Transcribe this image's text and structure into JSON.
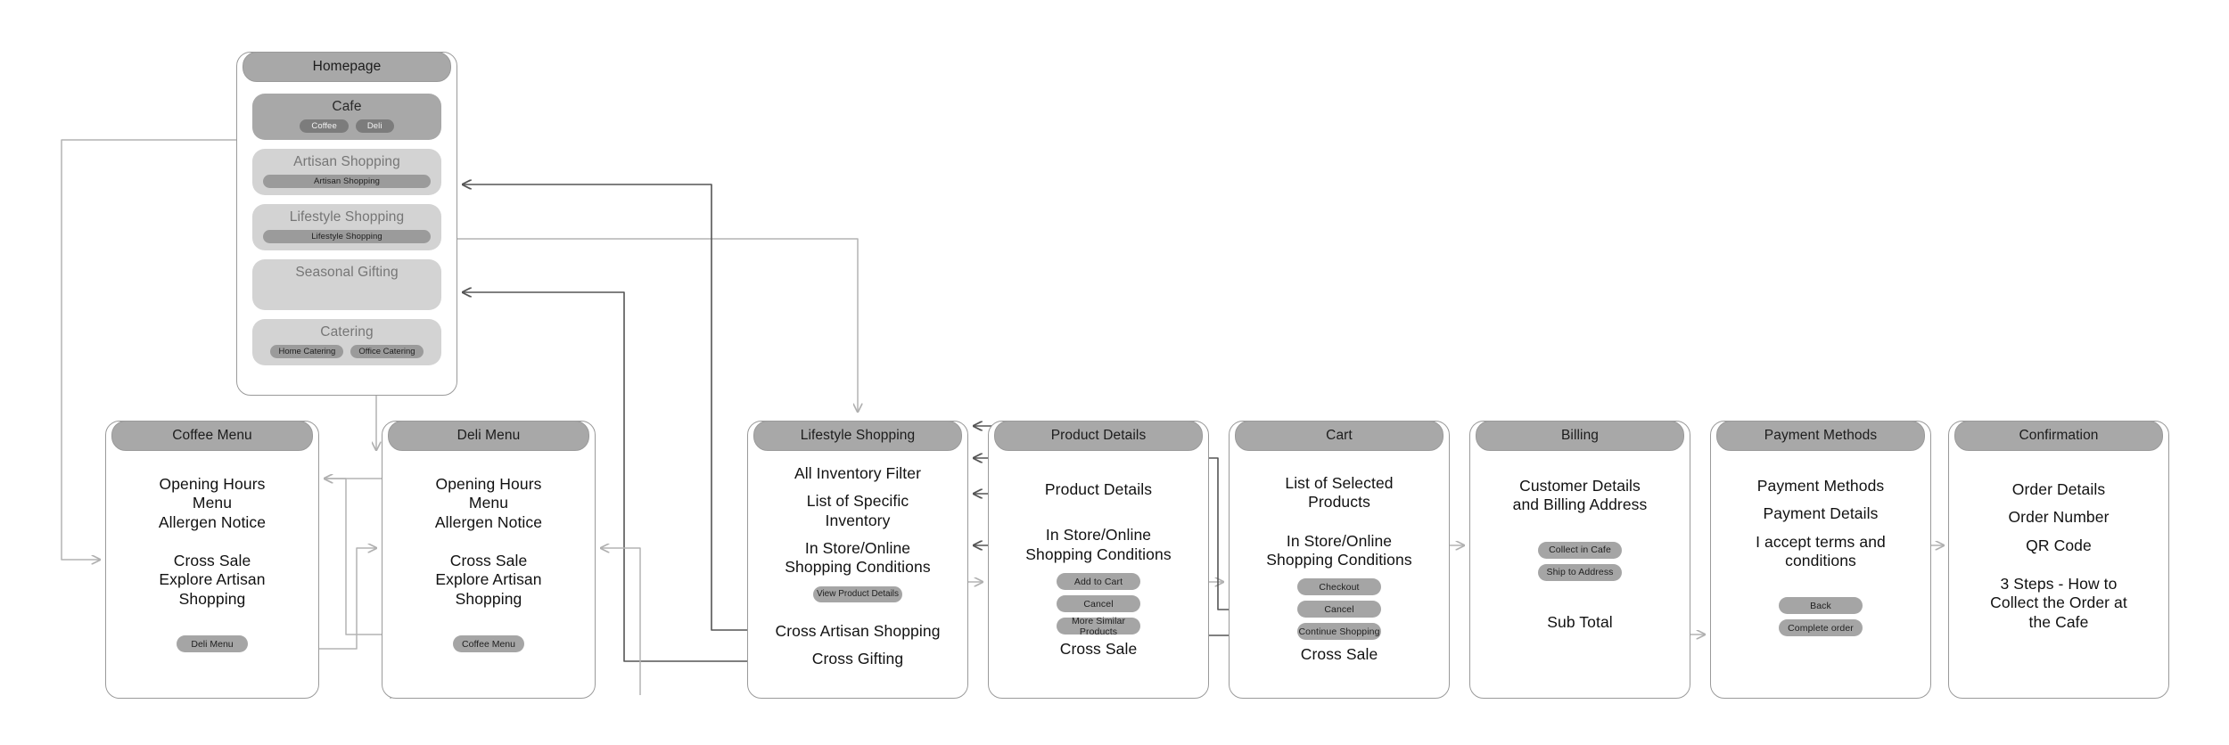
{
  "diagram": {
    "title": "Cafe and Shopping User Flow",
    "colors": {
      "header_bar": "#a8a8a8",
      "card_border": "#9a9a9a",
      "button_fill": "#a5a5a5",
      "section_light": "#d3d3d3",
      "chip_dark": "#7c7c7c",
      "connector_dark": "#555555",
      "connector_light": "#b3b3b3",
      "background": "#ffffff"
    }
  },
  "homepage": {
    "header": "Homepage",
    "sections": [
      {
        "title": "Cafe",
        "style": "dark",
        "chips": [
          "Coffee",
          "Deli"
        ]
      },
      {
        "title": "Artisan Shopping",
        "style": "light",
        "chips": [
          "Artisan Shopping"
        ]
      },
      {
        "title": "Lifestyle Shopping",
        "style": "light",
        "chips": [
          "Lifestyle Shopping"
        ]
      },
      {
        "title": "Seasonal Gifting",
        "style": "light",
        "chips": []
      },
      {
        "title": "Catering",
        "style": "light",
        "chips": [
          "Home Catering",
          "Office Catering"
        ]
      }
    ]
  },
  "coffee_menu": {
    "header": "Coffee Menu",
    "group_one": [
      "Opening Hours",
      "Menu",
      "Allergen Notice"
    ],
    "group_two": [
      "Cross Sale",
      "Explore Artisan",
      "Shopping"
    ],
    "button": "Deli Menu"
  },
  "deli_menu": {
    "header": "Deli Menu",
    "group_one": [
      "Opening Hours",
      "Menu",
      "Allergen Notice"
    ],
    "group_two": [
      "Cross Sale",
      "Explore Artisan",
      "Shopping"
    ],
    "button": "Coffee Menu"
  },
  "lifestyle_shopping": {
    "header": "Lifestyle Shopping",
    "filter": "All Inventory Filter",
    "inventory": [
      "List of Specific",
      "Inventory"
    ],
    "conditions": [
      "In Store/Online",
      "Shopping Conditions"
    ],
    "button": "View Product Details",
    "cross_links": [
      "Cross Artisan Shopping",
      "Cross Gifting"
    ]
  },
  "product_details": {
    "header": "Product Details",
    "title": "Product Details",
    "conditions": [
      "In Store/Online",
      "Shopping Conditions"
    ],
    "buttons": [
      "Add to Cart",
      "Cancel",
      "More Similar Products"
    ],
    "footer": "Cross Sale"
  },
  "cart": {
    "header": "Cart",
    "products": [
      "List of Selected",
      "Products"
    ],
    "conditions": [
      "In Store/Online",
      "Shopping Conditions"
    ],
    "buttons": [
      "Checkout",
      "Cancel",
      "Continue Shopping"
    ],
    "footer": "Cross Sale"
  },
  "billing": {
    "header": "Billing",
    "details": [
      "Customer Details",
      "and Billing Address"
    ],
    "buttons": [
      "Collect in Cafe",
      "Ship to Address"
    ],
    "footer": "Sub Total"
  },
  "payment_methods": {
    "header": "Payment Methods",
    "title": "Payment Methods",
    "subtitle": "Payment Details",
    "terms": [
      "I accept terms and",
      "conditions"
    ],
    "buttons": [
      "Back",
      "Complete order"
    ]
  },
  "confirmation": {
    "header": "Confirmation",
    "items": [
      "Order Details",
      "Order Number",
      "QR Code"
    ],
    "steps": [
      "3 Steps - How to",
      "Collect the Order at",
      "the Cafe"
    ]
  }
}
